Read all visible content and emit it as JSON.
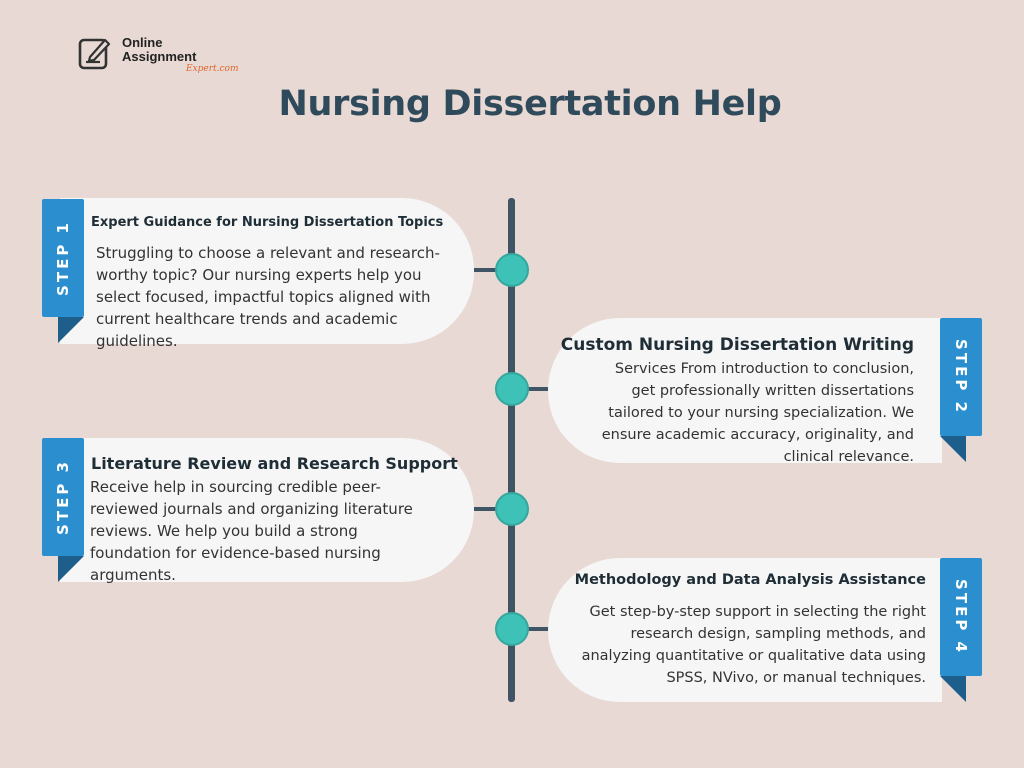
{
  "logo": {
    "line1": "Online",
    "line2": "Assignment",
    "line3": "Expert.com"
  },
  "title": "Nursing Dissertation Help",
  "colors": {
    "background": "#e8d9d4",
    "title": "#2f4a5b",
    "tab": "#2b8fcf",
    "tab_fold": "#1d5e8a",
    "node": "#3ec1b6",
    "axis": "#3f5566",
    "card": "#f6f6f6"
  },
  "steps": [
    {
      "label": "STEP 1",
      "title": "Expert Guidance for Nursing Dissertation Topics",
      "text": " Struggling to choose a relevant and research-worthy topic? Our nursing experts help you select focused, impactful topics aligned with current healthcare trends and academic guidelines."
    },
    {
      "label": "STEP 2",
      "title": "Custom Nursing Dissertation Writing",
      "text": "Services From introduction to conclusion, get professionally written dissertations tailored to your nursing specialization. We ensure academic accuracy, originality, and clinical relevance."
    },
    {
      "label": "STEP 3",
      "title": "Literature Review and Research Support",
      "text": " Receive help in sourcing credible peer-reviewed journals and organizing literature reviews. We help you build a strong foundation for evidence-based nursing arguments."
    },
    {
      "label": "STEP 4",
      "title": "Methodology and Data Analysis Assistance",
      "text": "Get step-by-step support in selecting the right research design, sampling methods, and analyzing quantitative or qualitative data using SPSS, NVivo, or manual techniques."
    }
  ]
}
